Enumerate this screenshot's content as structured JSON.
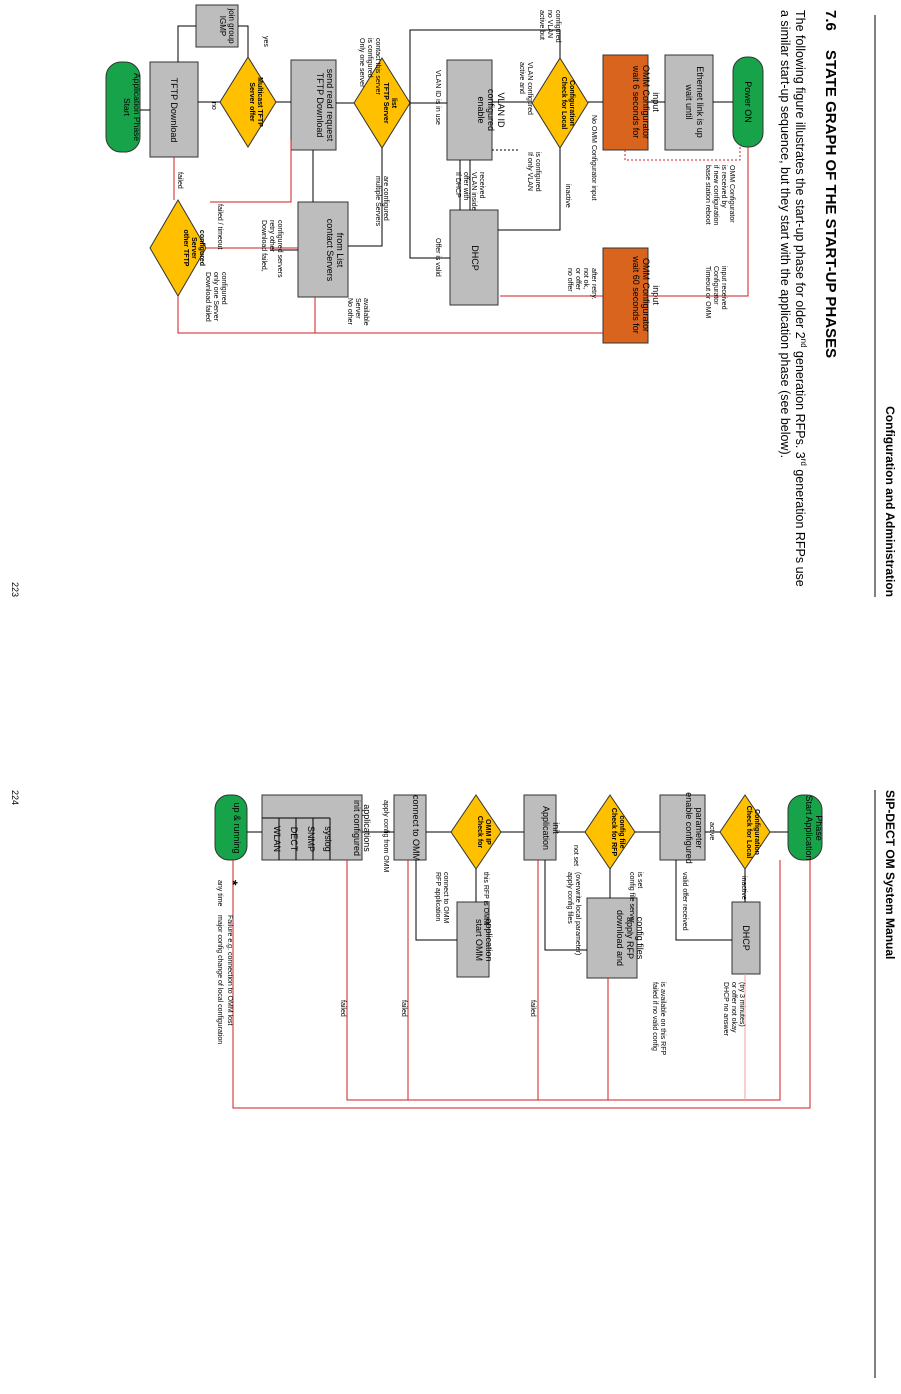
{
  "header": {
    "right_title": "Configuration and Administration",
    "left_title": "SIP-DECT OM System Manual",
    "page_top": "223",
    "page_bottom": "224"
  },
  "section": {
    "number": "7.6",
    "title": "STATE GRAPH OF THE START-UP PHASES",
    "intro_line1": "The following figure illustrates the start-up phase for older 2",
    "intro_sup": "nd",
    "intro_line1b": " generation RFPs. 3",
    "intro_sup2": "rd",
    "intro_line1c": " generation RFPs use",
    "intro_line2": "a similar start-up sequence, but they start with the application phase (see below)."
  },
  "diagram1": {
    "power_on": "Power ON",
    "wait_link": [
      "wait until",
      "Ethernet link is up"
    ],
    "wait6": [
      "wait 6 seconds for",
      "OMM Configurator",
      "input"
    ],
    "check_local": [
      "Check for Local",
      "Configuration"
    ],
    "enable_vlan": [
      "enable",
      "configured",
      "VLAN ID"
    ],
    "dhcp": "DHCP",
    "wait60": [
      "wait 60 seconds for",
      "OMM Configurator",
      "input"
    ],
    "tftp_list": [
      "TFTP Server",
      "list"
    ],
    "tftp_dl_send": [
      "TFTP Download",
      "send read request"
    ],
    "contact": [
      "contact Servers",
      "from List"
    ],
    "multicast": [
      "Server offer",
      "Multicast TFTP"
    ],
    "igmp": [
      "IGMP",
      "join group"
    ],
    "tftp_dl": "TFTP Download",
    "start_app": [
      "Start",
      "Application Phase"
    ],
    "other_tftp": [
      "other TFTP",
      "Server",
      "configured"
    ],
    "labels": {
      "active_no_vlan": [
        "active but",
        "no VLAN",
        "configured"
      ],
      "active_vlan": [
        "active and",
        "VLAN configured"
      ],
      "no_omm_input": "No OMM Configurator input",
      "base_reboot": [
        "base station reboot",
        "if new configuration",
        "is received by",
        "OMM Configurator"
      ],
      "if_only_vlan": [
        "If only VLAN",
        "is configured"
      ],
      "inactive": "inactive",
      "if_dhcp_offer": [
        "If DHCP",
        "offer with",
        "VLAN inside",
        "received"
      ],
      "vlan_in_use": "VLAN ID is in use",
      "offer_valid": "Offer is valid",
      "no_offer": [
        "no offer",
        "or offer",
        "not ok,",
        "after retry."
      ],
      "timeout": [
        "Timeout or OMM",
        "Configurator",
        "input received"
      ],
      "only_one": [
        "Only one server",
        "is configured",
        "contact this server"
      ],
      "multiple": [
        "multiple Servers",
        "are configured"
      ],
      "yes": "yes",
      "no": "no",
      "failed_timeout": "failed / timeout",
      "failed": "failed",
      "dl_failed_retry": [
        "Download failed,",
        "retry other",
        "configured servers"
      ],
      "no_other": [
        "No other",
        "Server",
        "available"
      ],
      "dl_failed_one": [
        "Download failed",
        "only one Server",
        "configured"
      ]
    }
  },
  "diagram2": {
    "start_app": [
      "Start Application",
      "Phase"
    ],
    "check_local": [
      "Check for Local",
      "Configuration"
    ],
    "enable_param": [
      "enable configured",
      "parameter"
    ],
    "dhcp": "DHCP",
    "check_rfp": [
      "Check for RFP",
      "config file"
    ],
    "download_apply": [
      "download and",
      "apply RFP",
      "config files"
    ],
    "app_init": [
      "Application",
      "init"
    ],
    "check_omm": [
      "Check for",
      "OMM IP"
    ],
    "start_omm": [
      "start OMM",
      "application"
    ],
    "connect_omm": "connect to OMM",
    "init_apps": [
      "init configured",
      "applications"
    ],
    "app_list": [
      "syslog",
      "SNMP",
      "DECT",
      "WLAN"
    ],
    "up_running": "up & running",
    "labels": {
      "active": "active",
      "inactive": "inactive",
      "valid_offer": "valid offer received",
      "dhcp_no_answer": [
        "DHCP no answer",
        "or offer not okay",
        "(try 3 minutes)"
      ],
      "not_set": "not set",
      "cfg_server_set": [
        "config file server",
        "is set"
      ],
      "apply_cfg": [
        "apply config files",
        "(overwrite local parameter)"
      ],
      "failed_no_valid": [
        "failed if no valid config",
        "is available on this RFP"
      ],
      "this_rfp_omm": "this RFP is OMM",
      "rfp_app_connect": [
        "RFP application",
        "connect to OMM"
      ],
      "apply_cfg_omm": "apply config from OMM",
      "failed": "failed",
      "star": "*",
      "any_time": "any time",
      "failure_note": "Failure e.g. connection to OMM lost",
      "major_change": "major config change of local configuration"
    }
  }
}
